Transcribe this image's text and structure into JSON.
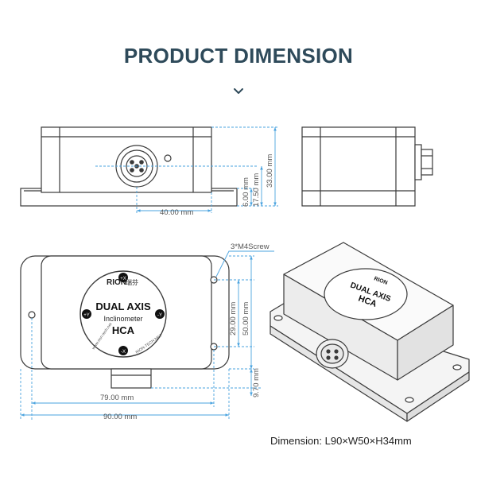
{
  "title": "PRODUCT DIMENSION",
  "caption": "Dimension: L90×W50×H34mm",
  "icons": {
    "scroll": "chevron-down-icon"
  },
  "colors": {
    "title": "#2e4a5a",
    "dimension": "#4aa3df",
    "outline": "#3a3a3a"
  },
  "dimensions": {
    "front_width": "40.00 mm",
    "front_h1": "6.00 mm",
    "front_h2": "17.50 mm",
    "front_h3": "33.00 mm",
    "screw": "3*M4Screw",
    "top_h1": "29.00 mm",
    "top_h2": "50.00 mm",
    "top_h3": "9.70 mm",
    "top_w1": "79.00 mm",
    "top_w2": "90.00 mm"
  },
  "label": {
    "brand": "RION",
    "brand_cn": "瑞芬",
    "product": "DUAL AXIS",
    "subtitle": "Inclinometer",
    "model": "HCA",
    "plus_x": "+X",
    "minus_x": "-X",
    "plus_y": "+Y",
    "minus_y": "-Y",
    "site": "www.rion-tech.net",
    "site_alt": "RION-TECH.NET"
  }
}
